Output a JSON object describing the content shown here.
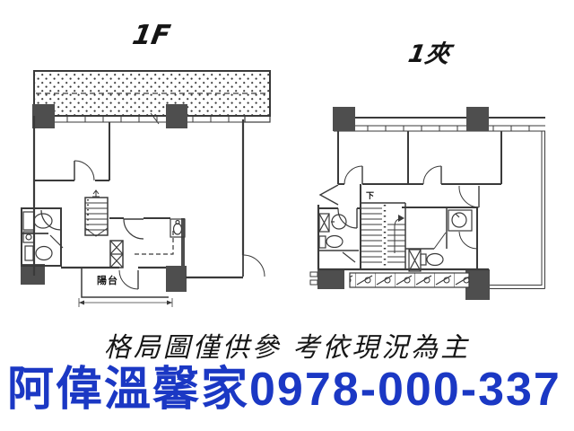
{
  "plans": {
    "left": {
      "title": "1F",
      "balcony_label": "陽台"
    },
    "right": {
      "title": "1夾",
      "stair_label": "下"
    }
  },
  "disclaimer": "格局圖僅供參 考依現況為主",
  "contact": {
    "name": "阿偉溫馨家",
    "phone": "0978-000-337"
  },
  "colors": {
    "ink": "#3a3a3a",
    "column_fill": "#4e4e4e",
    "blue": "#1b38c4"
  }
}
